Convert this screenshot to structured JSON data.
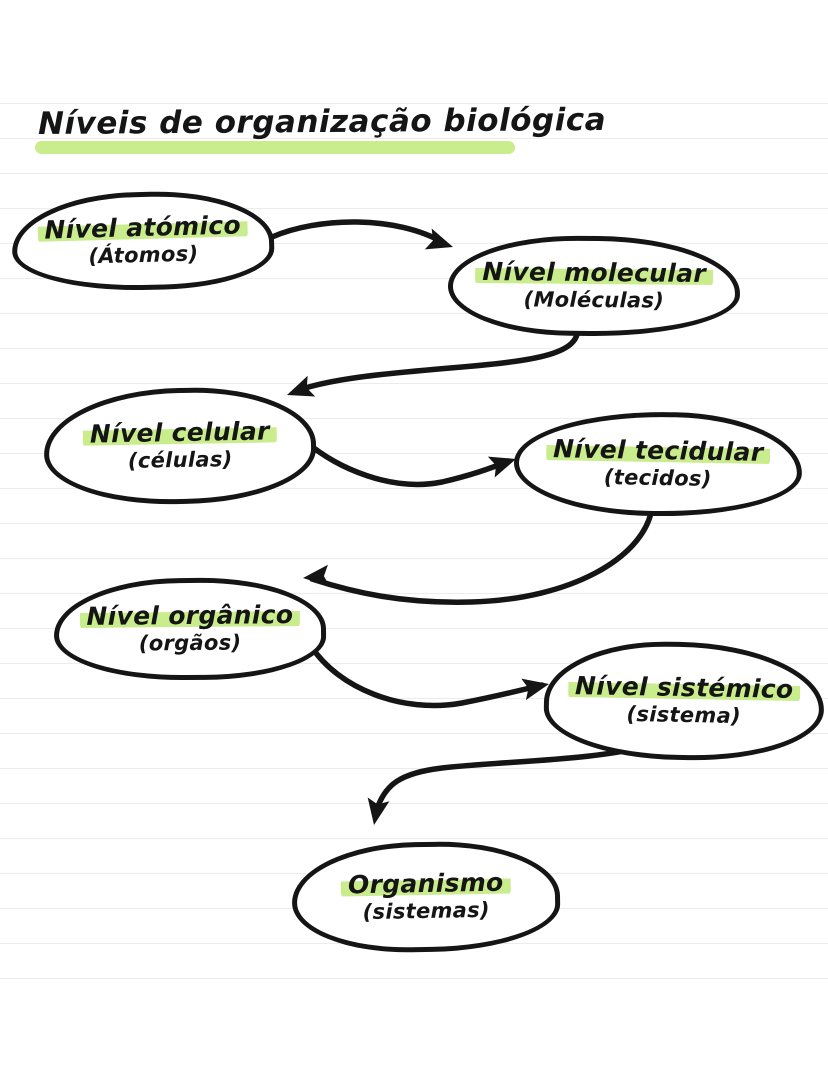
{
  "title": "Níveis de organização biológica",
  "colors": {
    "ink": "#151515",
    "highlight": "#c9ec8d",
    "ruled_line": "#ececec",
    "paper": "#ffffff"
  },
  "nodes": [
    {
      "id": "atomico",
      "label": "Nível atómico",
      "sublabel": "(Átomos)"
    },
    {
      "id": "molecular",
      "label": "Nível molecular",
      "sublabel": "(Moléculas)"
    },
    {
      "id": "celular",
      "label": "Nível celular",
      "sublabel": "(células)"
    },
    {
      "id": "tecidular",
      "label": "Nível tecidular",
      "sublabel": "(tecidos)"
    },
    {
      "id": "organico",
      "label": "Nível orgânico",
      "sublabel": "(orgãos)"
    },
    {
      "id": "sistemico",
      "label": "Nível sistémico",
      "sublabel": "(sistema)"
    },
    {
      "id": "organismo",
      "label": "Organismo",
      "sublabel": "(sistemas)"
    }
  ],
  "edges": [
    {
      "from": "atomico",
      "to": "molecular"
    },
    {
      "from": "molecular",
      "to": "celular"
    },
    {
      "from": "celular",
      "to": "tecidular"
    },
    {
      "from": "tecidular",
      "to": "organico"
    },
    {
      "from": "organico",
      "to": "sistemico"
    },
    {
      "from": "sistemico",
      "to": "organismo"
    }
  ]
}
